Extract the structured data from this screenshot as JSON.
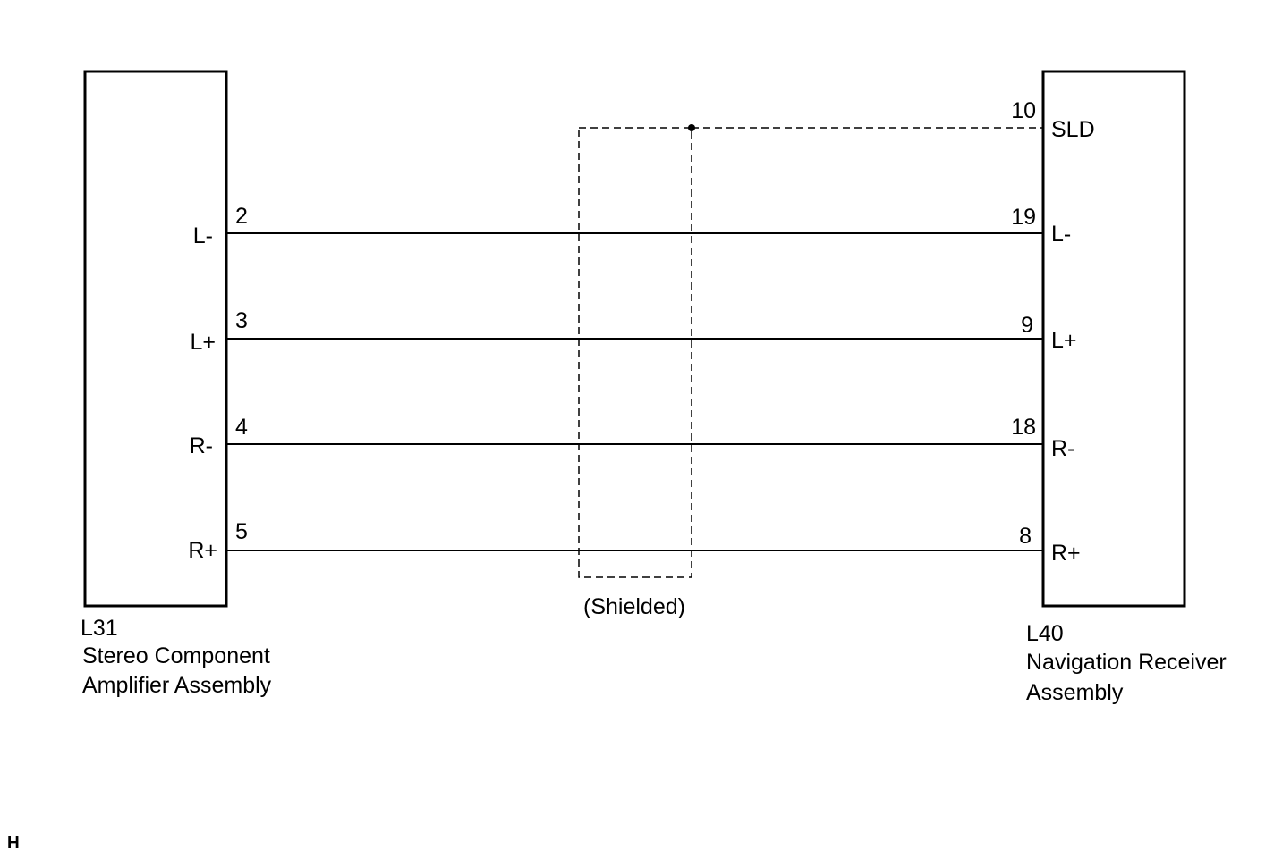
{
  "left_component": {
    "code": "L31",
    "name_line1": "Stereo Component",
    "name_line2": "Amplifier Assembly"
  },
  "right_component": {
    "code": "L40",
    "name_line1": "Navigation Receiver",
    "name_line2": "Assembly"
  },
  "shield": {
    "label": "(Shielded)",
    "pin": "10",
    "terminal": "SLD"
  },
  "wires": [
    {
      "left_pin": "2",
      "left_terminal": "L-",
      "right_pin": "19",
      "right_terminal": "L-"
    },
    {
      "left_pin": "3",
      "left_terminal": "L+",
      "right_pin": "9",
      "right_terminal": "L+"
    },
    {
      "left_pin": "4",
      "left_terminal": "R-",
      "right_pin": "18",
      "right_terminal": "R-"
    },
    {
      "left_pin": "5",
      "left_terminal": "R+",
      "right_pin": "8",
      "right_terminal": "R+"
    }
  ],
  "corner_mark": "H"
}
